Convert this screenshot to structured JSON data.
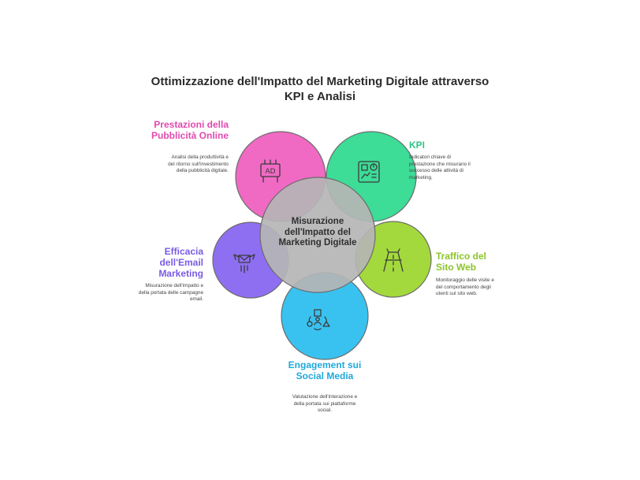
{
  "title": "Ottimizzazione dell'Impatto del Marketing Digitale attraverso KPI e Analisi",
  "hub": {
    "label": "Misurazione dell'Impatto del Marketing Digitale",
    "color": "#b5b5b5"
  },
  "nodes": [
    {
      "heading": "Prestazioni della Pubblicità Online",
      "description": "Analisi della produttività e del ritorno sull'investimento della pubblicità digitale.",
      "color": "#f06ac4",
      "text_color": "#e04aae",
      "icon": "billboard-icon"
    },
    {
      "heading": "KPI",
      "description": "Indicatori chiave di prestazione che misurano il successo delle attività di marketing.",
      "color": "#3ddc97",
      "text_color": "#2fc787",
      "icon": "dashboard-icon"
    },
    {
      "heading": "Traffico del Sito Web",
      "description": "Monitoraggio delle visite e del comportamento degli utenti sul sito web.",
      "color": "#a3d93c",
      "text_color": "#8cc429",
      "icon": "road-icon"
    },
    {
      "heading": "Engagement sui Social Media",
      "description": "Valutazione dell'interazione e della portata sui piattaforme social.",
      "color": "#39c2f0",
      "text_color": "#1fa8dc",
      "icon": "network-icon"
    },
    {
      "heading": "Efficacia dell'Email Marketing",
      "description": "Misurazione dell'impatto e della portata delle campagne email.",
      "color": "#8e6ff2",
      "text_color": "#7a5be6",
      "icon": "flying-envelope-icon"
    }
  ]
}
